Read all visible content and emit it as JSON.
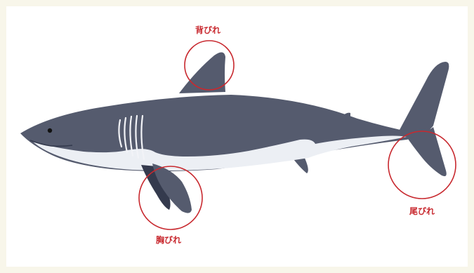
{
  "labels": {
    "dorsal_fin": "背びれ",
    "pectoral_fin": "胸びれ",
    "tail_fin": "尾びれ"
  },
  "colors": {
    "background": "#f8f6ea",
    "panel": "#ffffff",
    "shark_body": "#555b6e",
    "shark_dark": "#343a4d",
    "belly": "#eceff4",
    "gill_slits": "#f2f3f7",
    "eye": "#111111",
    "highlight_circle": "#c8292f",
    "label_text": "#c8292f"
  }
}
